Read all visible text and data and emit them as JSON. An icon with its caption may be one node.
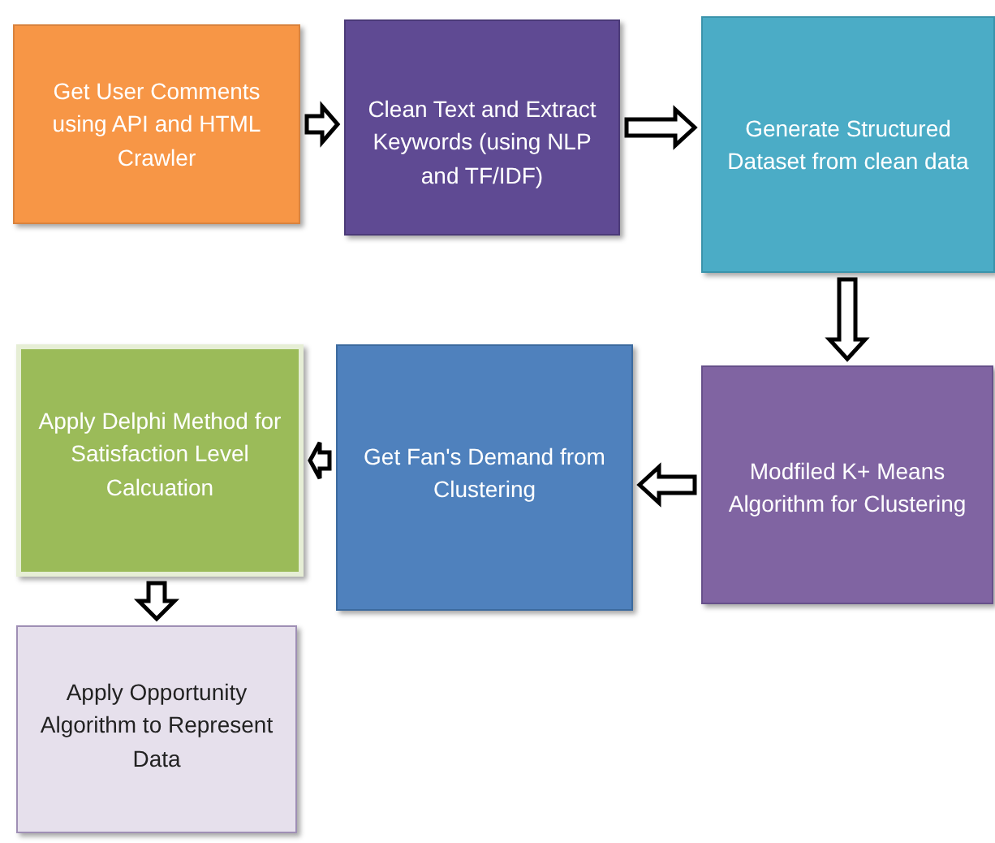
{
  "diagram": {
    "nodes": [
      {
        "text": [
          "Get User Comments using API and HTML Crawler"
        ]
      },
      {
        "text": [
          "Clean Text and Extract Keywords (using NLP and TF/IDF)"
        ]
      },
      {
        "text": [
          "Generate Structured Dataset from clean data"
        ]
      },
      {
        "text": [
          "Modfiled K+ Means Algorithm for Clustering"
        ]
      },
      {
        "text": [
          "Get Fan's Demand from Clustering"
        ]
      },
      {
        "text": [
          "Apply Delphi Method for Satisfaction Level Calcuation"
        ]
      },
      {
        "text": [
          "Apply Opportunity Algorithm to Represent Data"
        ]
      }
    ],
    "edges": [
      {
        "from": 0,
        "to": 1,
        "arrow": "to"
      },
      {
        "from": 1,
        "to": 2,
        "arrow": "to"
      },
      {
        "from": 2,
        "to": 3,
        "arrow": "to"
      },
      {
        "from": 3,
        "to": 4,
        "arrow": "to"
      },
      {
        "from": 4,
        "to": 5,
        "arrow": "to"
      },
      {
        "from": 5,
        "to": 6,
        "arrow": "to"
      }
    ]
  }
}
